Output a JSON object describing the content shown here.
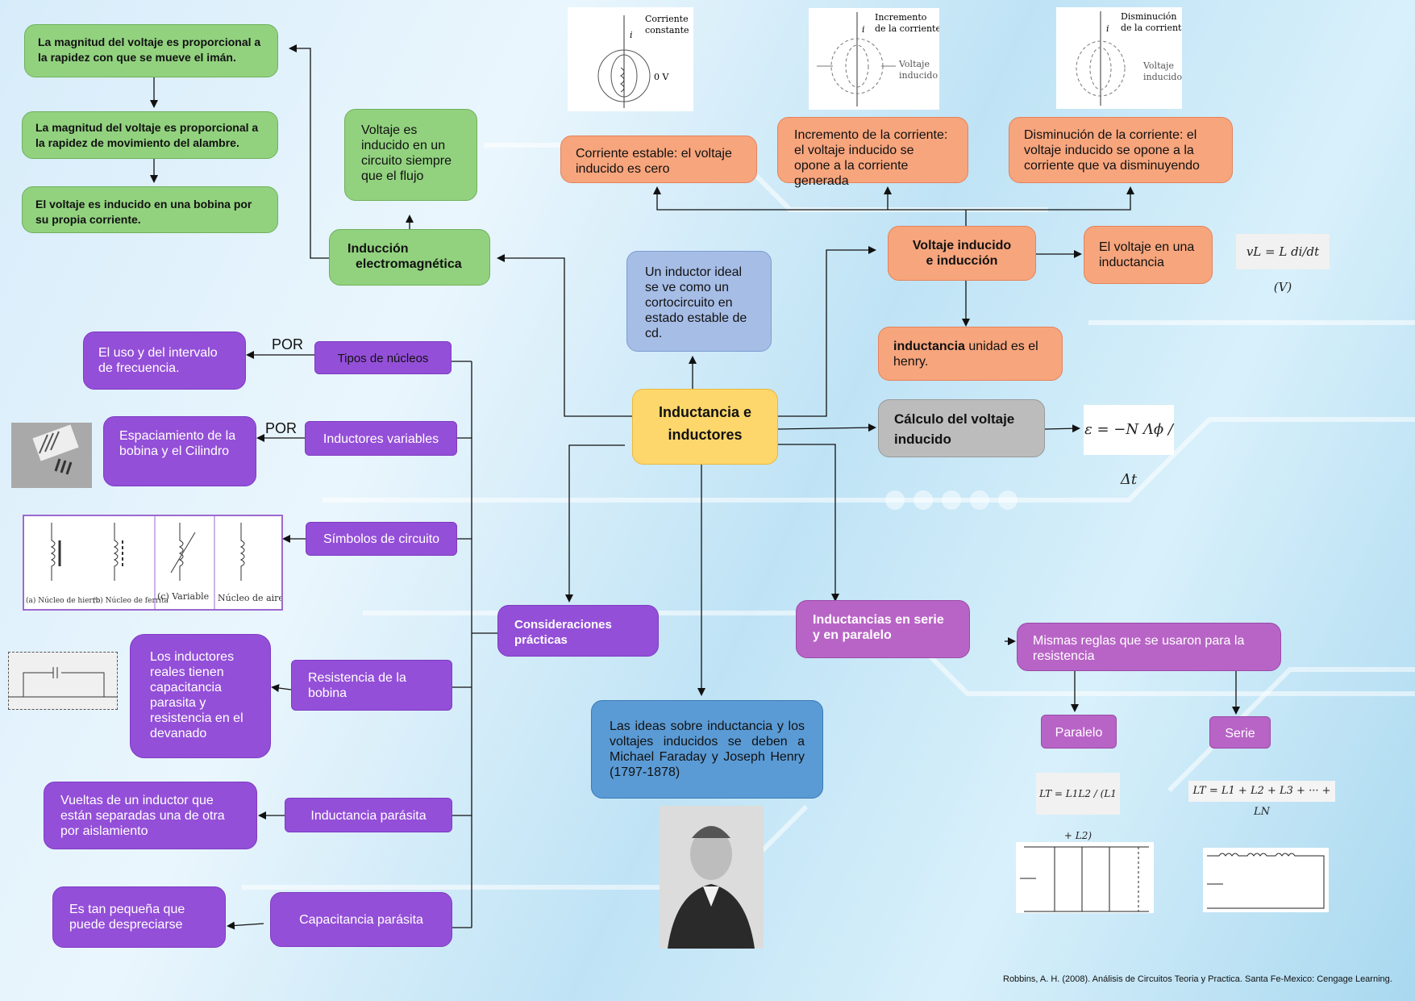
{
  "center": {
    "l1": "Inductancia e",
    "l2": "inductores"
  },
  "induccion": {
    "title_l1": "Inducción",
    "title_l2": "electromagnética",
    "flujo": "Voltaje es inducido en un circuito siempre que el flujo",
    "g1": "La magnitud del voltaje es proporcional a la rapidez con que se mueve el imán.",
    "g2": "La magnitud del voltaje es proporcional a la rapidez de movimiento del alambre.",
    "g3": "El voltaje es inducido en una bobina por su propia corriente."
  },
  "ideal": "Un inductor ideal se ve como un cortocircuito en estado estable de cd.",
  "voltaje": {
    "title_l1": "Voltaje inducido",
    "title_l2": "e inducción",
    "estable": "Corriente estable: el voltaje inducido es cero",
    "incremento": "Incremento de la corriente: el voltaje inducido se opone a la corriente generada",
    "disminucion": "Disminución de la corriente: el voltaje inducido se opone a la corriente que va disminuyendo",
    "en_inductancia": "El voltaje en una inductancia",
    "unidad_bold": "inductancia",
    "unidad_rest": " unidad es el henry.",
    "formula": "vL = L di/dt  (V)"
  },
  "fig_labels": {
    "constante": [
      "Corriente",
      "constante"
    ],
    "incremento": [
      "Incremento",
      "de la corriente"
    ],
    "disminucion": [
      "Disminución",
      "de la corriente"
    ],
    "ov": "0 V",
    "voltaje_inducido": [
      "Voltaje",
      "inducido"
    ],
    "i": "i"
  },
  "calculo": {
    "title": "Cálculo del voltaje inducido",
    "formula": "ε = −N Λϕ / Δt"
  },
  "series": {
    "title": "Inductancias en serie y en paralelo",
    "rules": "Mismas reglas que se usaron para la resistencia",
    "paralelo": "Paralelo",
    "serie": "Serie",
    "f_paralelo": "LT = L1L2 / (L1 + L2)",
    "f_serie": "LT = L1 + L2 + L3 + ··· + LN"
  },
  "historia": "Las ideas sobre inductancia y los voltajes inducidos se deben a Michael Faraday y Joseph Henry (1797-1878)",
  "consideraciones": "Consideraciones prácticas",
  "left": {
    "por": "POR",
    "tipos": "Tipos de núcleos",
    "tipos_desc": "El uso y del intervalo de frecuencia.",
    "variables": "Inductores variables",
    "variables_desc": "Espaciamiento de la bobina y el Cilindro",
    "simbolos": "Símbolos de circuito",
    "sym_labels": [
      "(a) Núcleo de hierro",
      "(b) Núcleo de ferrita",
      "(c) Variable",
      "Núcleo de aire"
    ],
    "resistencia": "Resistencia de la bobina",
    "resistencia_desc": "Los inductores reales tienen capacitancia parasita y resistencia en el devanado",
    "parasita": "Inductancia parásita",
    "parasita_desc": "Vueltas de un inductor que están separadas una de otra por aislamiento",
    "capacitancia": "Capacitancia parásita",
    "capacitancia_desc": "Es tan pequeña que puede despreciarse"
  },
  "citation": "Robbins, A. H. (2008). Análisis de Circuitos Teoria y Practica. Santa Fe-Mexico: Cengage Learning."
}
